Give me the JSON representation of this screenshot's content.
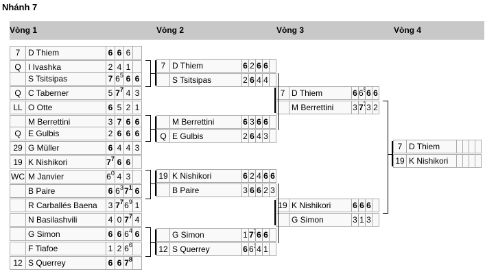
{
  "section_title": "Nhánh 7",
  "rounds": [
    "Vòng 1",
    "Vòng 2",
    "Vòng 3",
    "Vòng 4"
  ],
  "matches": [
    {
      "round": 1,
      "rows": [
        {
          "seed": "7",
          "name": "D Thiem",
          "scores": [
            {
              "v": "6",
              "w": true
            },
            {
              "v": "6",
              "w": true
            },
            {
              "v": "6",
              "w": false
            }
          ]
        },
        {
          "seed": "Q",
          "name": "I Ivashka",
          "scores": [
            {
              "v": "2",
              "w": false
            },
            {
              "v": "4",
              "w": false
            },
            {
              "v": "1",
              "w": false
            }
          ]
        }
      ]
    },
    {
      "round": 1,
      "rows": [
        {
          "seed": "",
          "name": "S Tsitsipas",
          "scores": [
            {
              "v": "7",
              "w": true
            },
            {
              "v": "6",
              "sup": "5",
              "w": false
            },
            {
              "v": "6",
              "w": true
            },
            {
              "v": "6",
              "w": true
            }
          ]
        },
        {
          "seed": "Q",
          "name": "C Taberner",
          "scores": [
            {
              "v": "5",
              "w": false
            },
            {
              "v": "7",
              "sup": "7",
              "w": true
            },
            {
              "v": "4",
              "w": false
            },
            {
              "v": "3",
              "w": false
            }
          ]
        }
      ]
    },
    {
      "round": 1,
      "rows": [
        {
          "seed": "LL",
          "name": "O Otte",
          "scores": [
            {
              "v": "6",
              "w": true
            },
            {
              "v": "5",
              "w": false
            },
            {
              "v": "2",
              "w": false
            },
            {
              "v": "1",
              "w": false
            }
          ]
        },
        {
          "seed": "",
          "name": "M Berrettini",
          "scores": [
            {
              "v": "3",
              "w": false
            },
            {
              "v": "7",
              "w": true
            },
            {
              "v": "6",
              "w": true
            },
            {
              "v": "6",
              "w": true
            }
          ]
        }
      ]
    },
    {
      "round": 1,
      "rows": [
        {
          "seed": "Q",
          "name": "E Gulbis",
          "scores": [
            {
              "v": "2",
              "w": false
            },
            {
              "v": "6",
              "w": true
            },
            {
              "v": "6",
              "w": true
            },
            {
              "v": "6",
              "w": true
            }
          ]
        },
        {
          "seed": "29",
          "name": "G Müller",
          "scores": [
            {
              "v": "6",
              "w": true
            },
            {
              "v": "4",
              "w": false
            },
            {
              "v": "4",
              "w": false
            },
            {
              "v": "3",
              "w": false
            }
          ]
        }
      ]
    },
    {
      "round": 1,
      "rows": [
        {
          "seed": "19",
          "name": "K Nishikori",
          "scores": [
            {
              "v": "7",
              "sup": "7",
              "w": true
            },
            {
              "v": "6",
              "w": true
            },
            {
              "v": "6",
              "w": true
            }
          ]
        },
        {
          "seed": "WC",
          "name": "M Janvier",
          "scores": [
            {
              "v": "6",
              "sup": "0",
              "w": false
            },
            {
              "v": "4",
              "w": false
            },
            {
              "v": "3",
              "w": false
            }
          ]
        }
      ]
    },
    {
      "round": 1,
      "rows": [
        {
          "seed": "",
          "name": "B Paire",
          "scores": [
            {
              "v": "6",
              "w": true
            },
            {
              "v": "6",
              "sup": "3",
              "w": false
            },
            {
              "v": "7",
              "sup": "11",
              "w": true
            },
            {
              "v": "6",
              "w": true
            }
          ]
        },
        {
          "seed": "",
          "name": "R Carballés Baena",
          "scores": [
            {
              "v": "3",
              "w": false
            },
            {
              "v": "7",
              "sup": "7",
              "w": true
            },
            {
              "v": "6",
              "sup": "9",
              "w": false
            },
            {
              "v": "1",
              "w": false
            }
          ]
        }
      ]
    },
    {
      "round": 1,
      "rows": [
        {
          "seed": "",
          "name": "N Basilashvili",
          "scores": [
            {
              "v": "4",
              "w": false
            },
            {
              "v": "0",
              "w": false
            },
            {
              "v": "7",
              "sup": "7",
              "w": true
            },
            {
              "v": "4",
              "w": false
            }
          ]
        },
        {
          "seed": "",
          "name": "G Simon",
          "scores": [
            {
              "v": "6",
              "w": true
            },
            {
              "v": "6",
              "w": true
            },
            {
              "v": "6",
              "sup": "4",
              "w": false
            },
            {
              "v": "6",
              "w": true
            }
          ]
        }
      ]
    },
    {
      "round": 1,
      "rows": [
        {
          "seed": "",
          "name": "F Tiafoe",
          "scores": [
            {
              "v": "1",
              "w": false
            },
            {
              "v": "2",
              "w": false
            },
            {
              "v": "6",
              "sup": "6",
              "w": false
            }
          ]
        },
        {
          "seed": "12",
          "name": "S Querrey",
          "scores": [
            {
              "v": "6",
              "w": true
            },
            {
              "v": "6",
              "w": true
            },
            {
              "v": "7",
              "sup": "8",
              "w": true
            }
          ]
        }
      ]
    },
    {
      "round": 2,
      "rows": [
        {
          "seed": "7",
          "name": "D Thiem",
          "scores": [
            {
              "v": "6",
              "w": true
            },
            {
              "v": "2",
              "w": false
            },
            {
              "v": "6",
              "w": true
            },
            {
              "v": "6",
              "w": true
            }
          ]
        },
        {
          "seed": "",
          "name": "S Tsitsipas",
          "scores": [
            {
              "v": "2",
              "w": false
            },
            {
              "v": "6",
              "w": true
            },
            {
              "v": "4",
              "w": false
            },
            {
              "v": "4",
              "w": false
            }
          ]
        }
      ]
    },
    {
      "round": 2,
      "rows": [
        {
          "seed": "",
          "name": "M Berrettini",
          "scores": [
            {
              "v": "6",
              "w": true
            },
            {
              "v": "3",
              "w": false
            },
            {
              "v": "6",
              "w": true
            },
            {
              "v": "6",
              "w": true
            }
          ]
        },
        {
          "seed": "Q",
          "name": "E Gulbis",
          "scores": [
            {
              "v": "2",
              "w": false
            },
            {
              "v": "6",
              "w": true
            },
            {
              "v": "4",
              "w": false
            },
            {
              "v": "3",
              "w": false
            }
          ]
        }
      ]
    },
    {
      "round": 2,
      "rows": [
        {
          "seed": "19",
          "name": "K Nishikori",
          "scores": [
            {
              "v": "6",
              "w": true
            },
            {
              "v": "2",
              "w": false
            },
            {
              "v": "4",
              "w": false
            },
            {
              "v": "6",
              "w": true
            },
            {
              "v": "6",
              "w": true
            }
          ]
        },
        {
          "seed": "",
          "name": "B Paire",
          "scores": [
            {
              "v": "3",
              "w": false
            },
            {
              "v": "6",
              "w": true
            },
            {
              "v": "6",
              "w": true
            },
            {
              "v": "2",
              "w": false
            },
            {
              "v": "3",
              "w": false
            }
          ]
        }
      ]
    },
    {
      "round": 2,
      "rows": [
        {
          "seed": "",
          "name": "G Simon",
          "scores": [
            {
              "v": "1",
              "w": false
            },
            {
              "v": "7",
              "sup": "7",
              "w": true
            },
            {
              "v": "6",
              "w": true
            },
            {
              "v": "6",
              "w": true
            }
          ]
        },
        {
          "seed": "12",
          "name": "S Querrey",
          "scores": [
            {
              "v": "6",
              "w": true
            },
            {
              "v": "6",
              "sup": "3",
              "w": false
            },
            {
              "v": "4",
              "w": false
            },
            {
              "v": "1",
              "w": false
            }
          ]
        }
      ]
    },
    {
      "round": 3,
      "rows": [
        {
          "seed": "7",
          "name": "D Thiem",
          "scores": [
            {
              "v": "6",
              "w": true
            },
            {
              "v": "6",
              "sup": "5",
              "w": false
            },
            {
              "v": "6",
              "w": true
            },
            {
              "v": "6",
              "w": true
            }
          ]
        },
        {
          "seed": "",
          "name": "M Berrettini",
          "scores": [
            {
              "v": "3",
              "w": false
            },
            {
              "v": "7",
              "sup": "7",
              "w": true
            },
            {
              "v": "3",
              "w": false
            },
            {
              "v": "2",
              "w": false
            }
          ]
        }
      ]
    },
    {
      "round": 3,
      "rows": [
        {
          "seed": "19",
          "name": "K Nishikori",
          "scores": [
            {
              "v": "6",
              "w": true
            },
            {
              "v": "6",
              "w": true
            },
            {
              "v": "6",
              "w": true
            }
          ]
        },
        {
          "seed": "",
          "name": "G Simon",
          "scores": [
            {
              "v": "3",
              "w": false
            },
            {
              "v": "1",
              "w": false
            },
            {
              "v": "3",
              "w": false
            }
          ]
        }
      ]
    },
    {
      "round": 4,
      "rows": [
        {
          "seed": "7",
          "name": "D Thiem",
          "scores": [
            {
              "v": "",
              "w": false
            },
            {
              "v": "",
              "w": false
            },
            {
              "v": "",
              "w": false
            }
          ]
        },
        {
          "seed": "19",
          "name": "K Nishikori",
          "scores": [
            {
              "v": "",
              "w": false
            },
            {
              "v": "",
              "w": false
            },
            {
              "v": "",
              "w": false
            }
          ]
        }
      ]
    }
  ]
}
